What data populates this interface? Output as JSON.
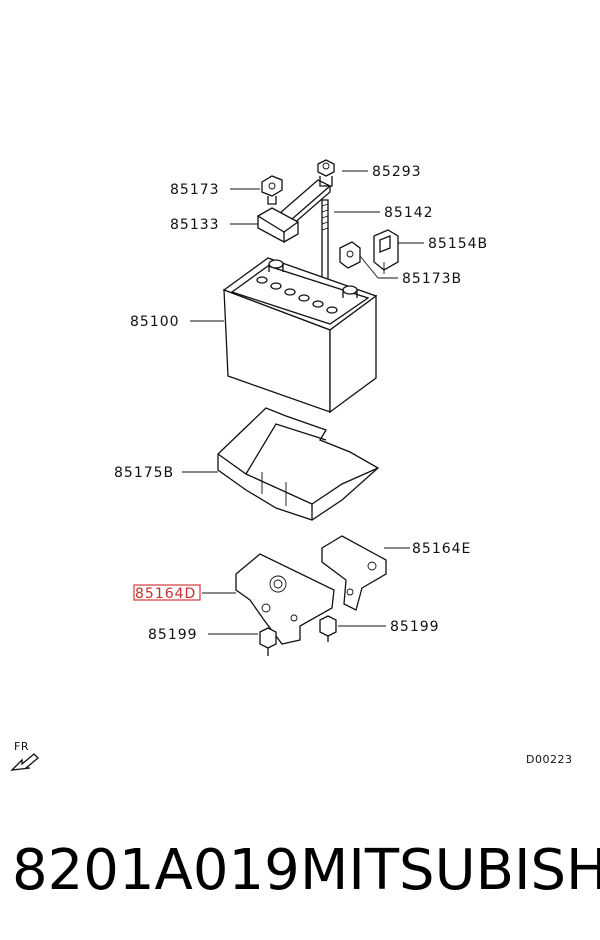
{
  "labels": {
    "p85293": "85293",
    "p85173": "85173",
    "p85142": "85142",
    "p85133": "85133",
    "p85154B": "85154B",
    "p85173B": "85173B",
    "p85100": "85100",
    "p85175B": "85175B",
    "p85164E": "85164E",
    "p85164D": "85164D",
    "p85199_left": "85199",
    "p85199_right": "85199"
  },
  "direction_marker": "FR",
  "diagram_code": "D00223",
  "highlight_color": "#d43a3a",
  "footer": {
    "part_number": "8201A019",
    "brand": "MITSUBISHI"
  }
}
